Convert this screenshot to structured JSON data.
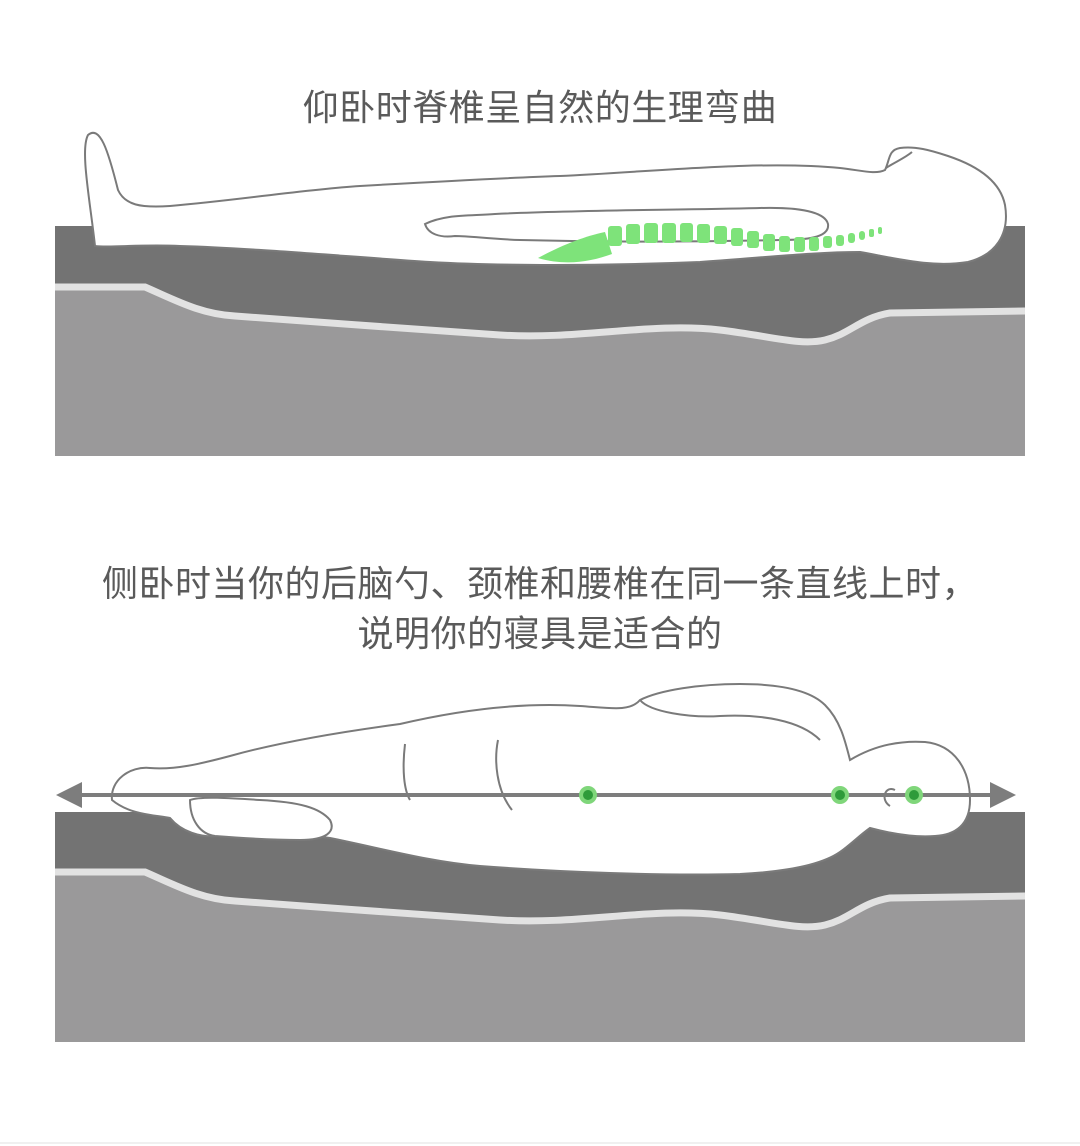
{
  "captions": {
    "supine": "仰卧时脊椎呈自然的生理弯曲",
    "side_line1": "侧卧时当你的后脑勺、颈椎和腰椎在同一条直线上时，",
    "side_line2": "说明你的寝具是适合的"
  },
  "colors": {
    "mattress_top": "#737373",
    "mattress_bottom": "#9a999a",
    "mattress_stripe": "#e2e2e2",
    "body_outline": "#7a7a7a",
    "spine": "#7ee37a",
    "alignment_line": "#7d7d7d",
    "alignment_dot": "#2f9b3a",
    "caption_text": "#5a5a5a"
  },
  "icons": {
    "arrow_left": "arrow-left-icon",
    "arrow_right": "arrow-right-icon"
  }
}
